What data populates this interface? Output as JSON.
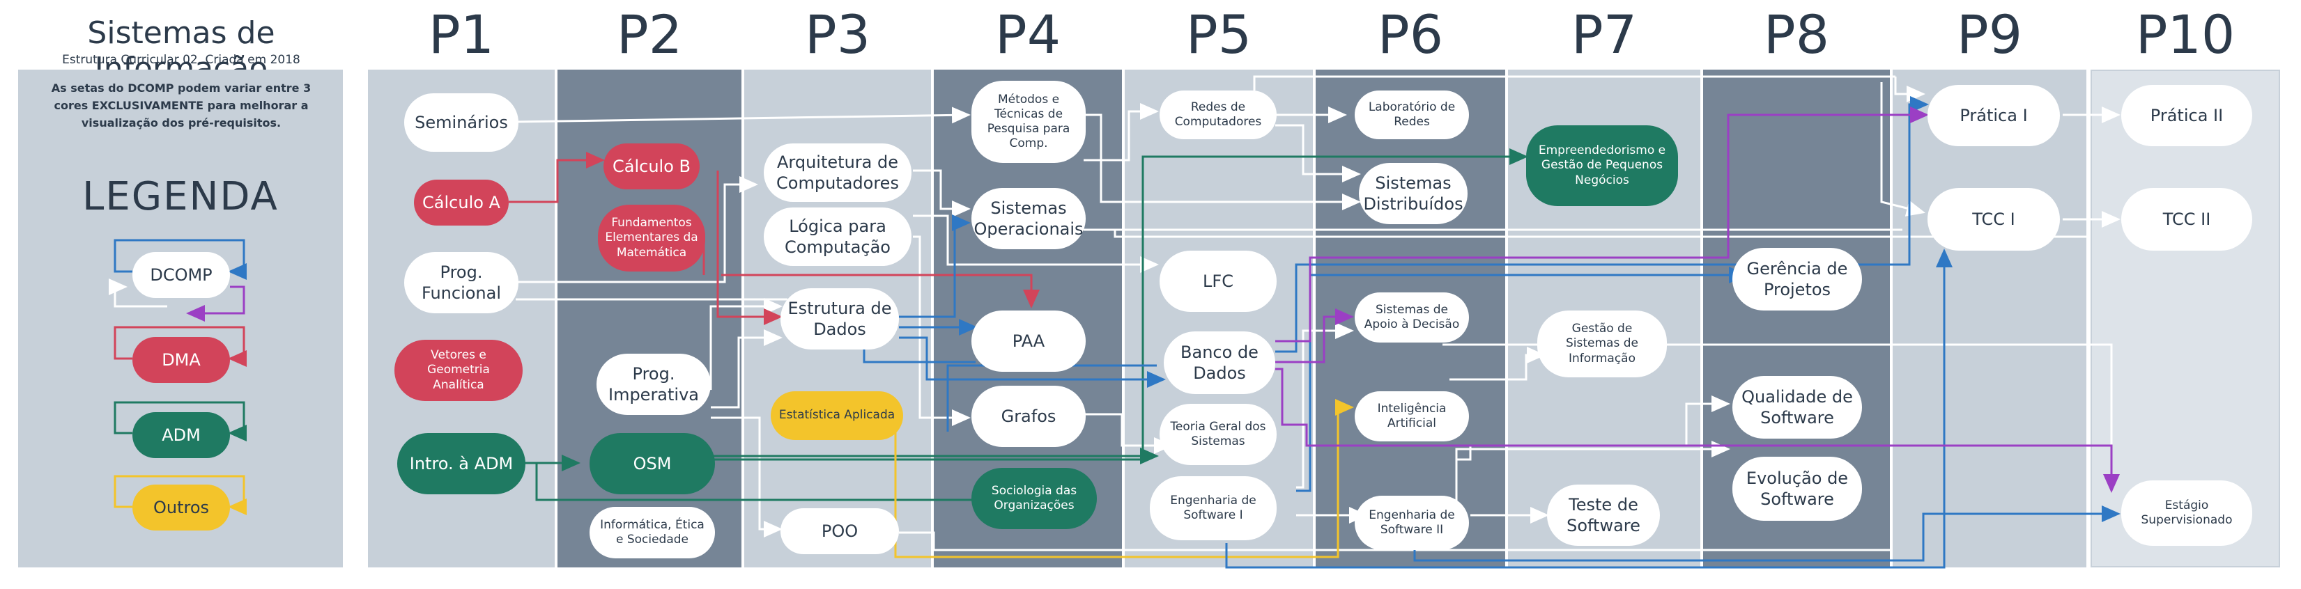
{
  "header": {
    "title": "Sistemas de Informação",
    "subtitle": "Estrutura Curricular 02, Criada em 2018"
  },
  "legend": {
    "note": "As setas do DCOMP podem variar entre 3 cores EXCLUSIVAMENTE para melhorar a visualização dos pré-requisitos.",
    "title": "LEGENDA",
    "items": [
      {
        "label": "DCOMP",
        "kind": "white"
      },
      {
        "label": "DMA",
        "kind": "red"
      },
      {
        "label": "ADM",
        "kind": "green"
      },
      {
        "label": "Outros",
        "kind": "yellow"
      }
    ]
  },
  "periods": [
    "P1",
    "P2",
    "P3",
    "P4",
    "P5",
    "P6",
    "P7",
    "P8",
    "P9",
    "P10"
  ],
  "courses": {
    "seminarios": "Seminários",
    "calculo_a": "Cálculo A",
    "prog_funcional": "Prog. Funcional",
    "vetores": "Vetores e Geometria Analítica",
    "intro_adm": "Intro. à ADM",
    "calculo_b": "Cálculo B",
    "fund_mat": "Fundamentos Elementares da Matemática",
    "prog_imperativa": "Prog. Imperativa",
    "osm": "OSM",
    "etica": "Informática, Ética e Sociedade",
    "arq_comp": "Arquitetura de Computadores",
    "logica": "Lógica para Computação",
    "estrutura": "Estrutura de Dados",
    "estatistica": "Estatística Aplicada",
    "poo": "POO",
    "metodos": "Métodos e Técnicas de Pesquisa para Comp.",
    "so": "Sistemas Operacionais",
    "paa": "PAA",
    "grafos": "Grafos",
    "sociologia": "Sociologia das Organizações",
    "redes": "Redes de Computadores",
    "lfc": "LFC",
    "banco": "Banco de Dados",
    "tgs": "Teoria Geral dos Sistemas",
    "eng1": "Engenharia de Software I",
    "lab_redes": "Laboratório de Redes",
    "distribuidos": "Sistemas Distribuídos",
    "sad": "Sistemas de Apoio à Decisão",
    "ia": "Inteligência Artificial",
    "eng2": "Engenharia de Software II",
    "empreend": "Empreendedorismo e Gestão de Pequenos Negócios",
    "gestao_si": "Gestão de Sistemas de Informação",
    "teste": "Teste de Software",
    "gerencia": "Gerência de Projetos",
    "qualidade": "Qualidade de Software",
    "evolucao": "Evolução de Software",
    "pratica1": "Prática I",
    "tcc1": "TCC I",
    "pratica2": "Prática II",
    "tcc2": "TCC II",
    "estagio": "Estágio Supervisionado"
  },
  "colors": {
    "panel_light": "#c7d0d9",
    "panel_dark": "#768596",
    "dcomp": "#ffffff",
    "dma": "#d2445a",
    "adm": "#1f7a62",
    "outros": "#f3c42b",
    "arrow_blue": "#2f78c4",
    "arrow_purple": "#9b3fc4"
  }
}
